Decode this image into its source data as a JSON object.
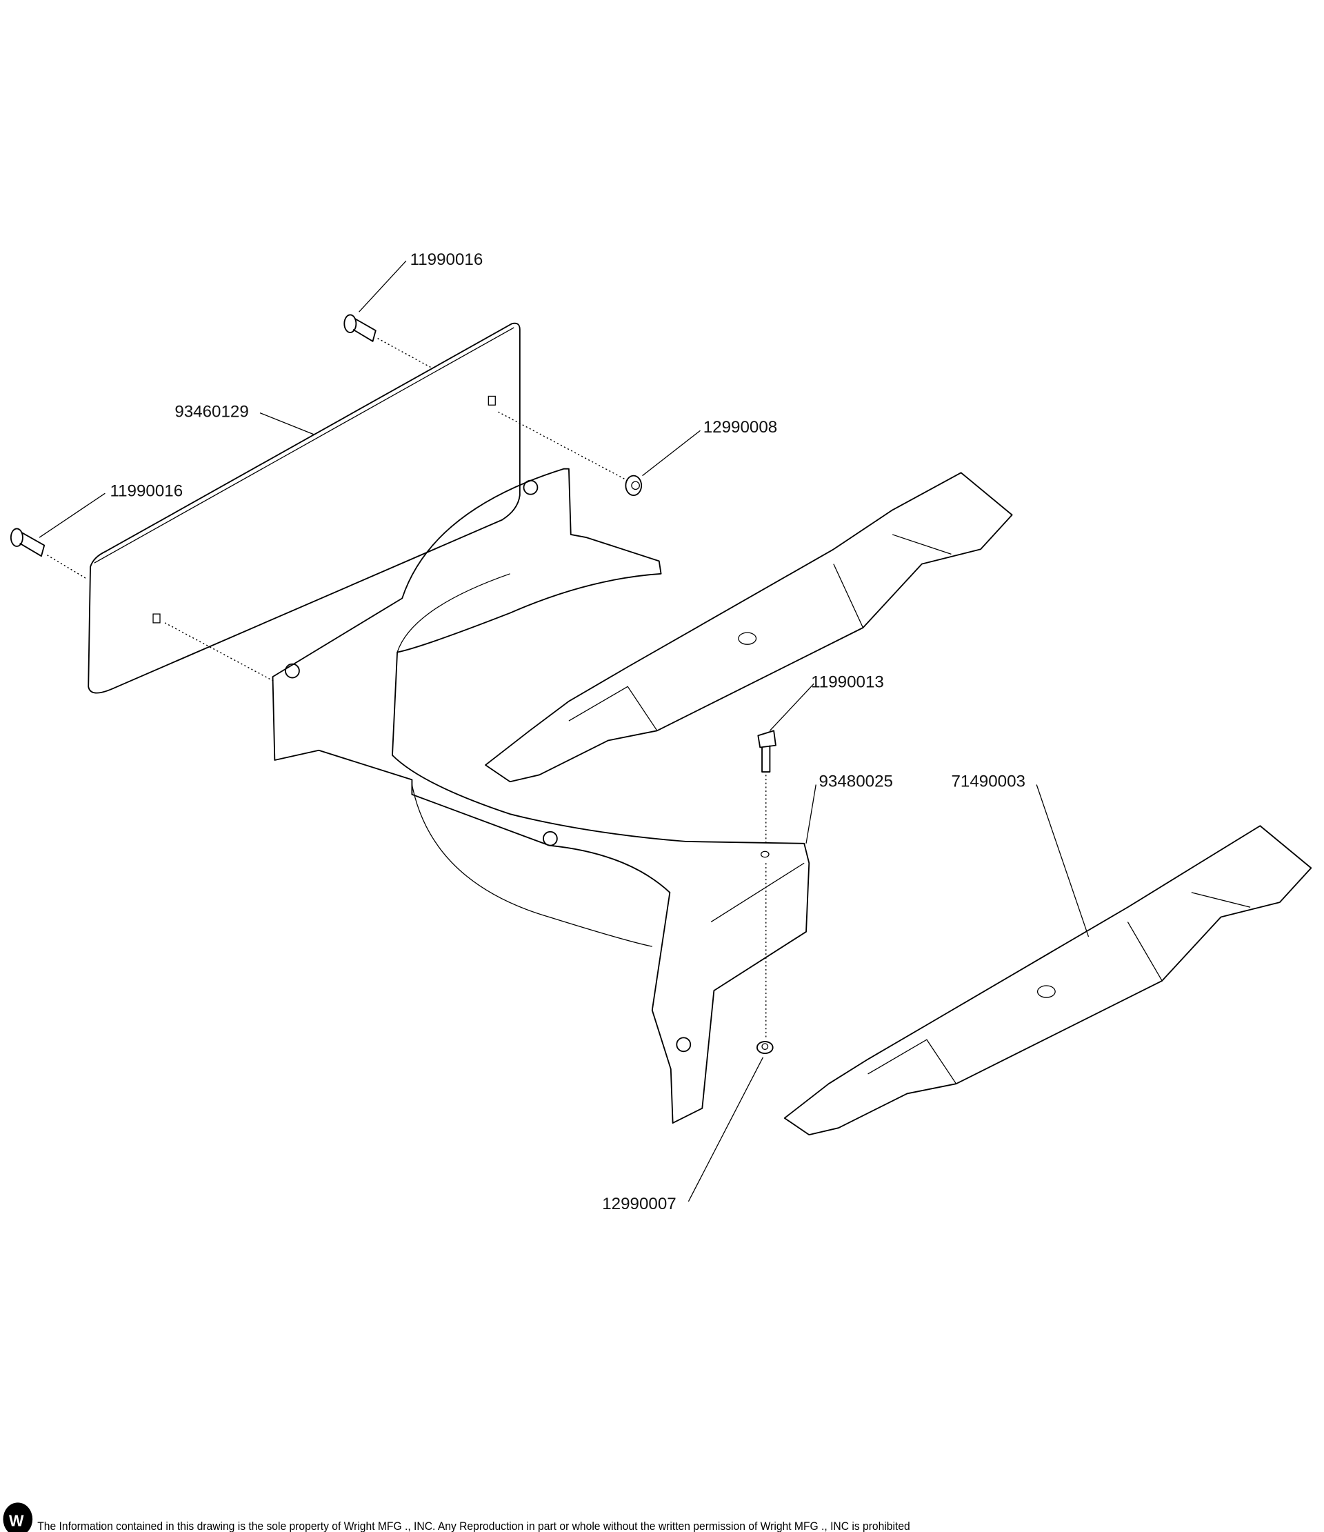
{
  "drawing": {
    "callouts": [
      {
        "part_number": "11990016",
        "part": "carriage-bolt-upper"
      },
      {
        "part_number": "93460129",
        "part": "baffle-plate"
      },
      {
        "part_number": "12990008",
        "part": "flange-nut-upper"
      },
      {
        "part_number": "11990016",
        "part": "carriage-bolt-lower"
      },
      {
        "part_number": "11990013",
        "part": "hex-bolt"
      },
      {
        "part_number": "93480025",
        "part": "deflector-bracket"
      },
      {
        "part_number": "71490003",
        "part": "mower-blade"
      },
      {
        "part_number": "12990007",
        "part": "flange-nut-lower"
      }
    ]
  },
  "footer": {
    "logo_text": "W",
    "notice": "The Information contained in this drawing is the sole property of Wright MFG ., INC. Any Reproduction in part or whole without the written permission of Wright MFG ., INC is prohibited"
  }
}
